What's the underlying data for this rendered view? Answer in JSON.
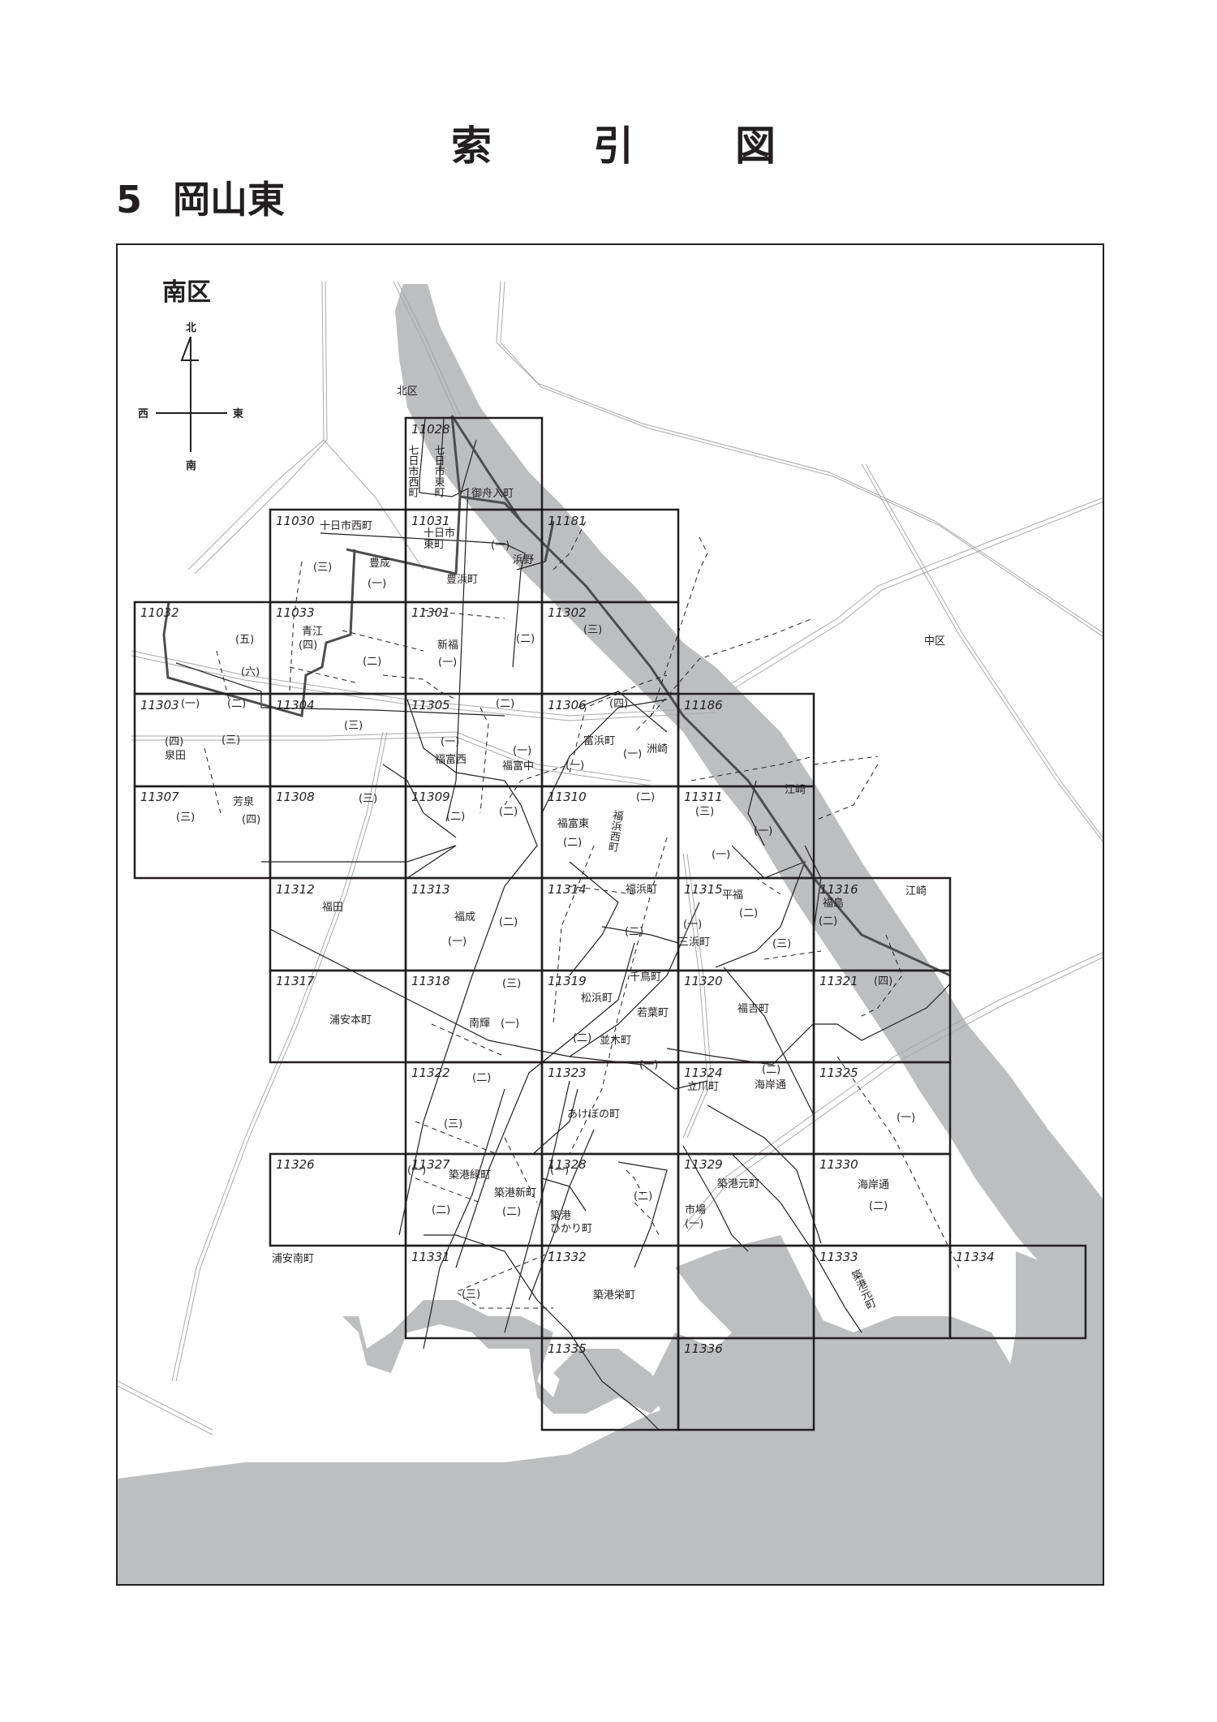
{
  "header": {
    "title_chars": [
      "索",
      "引",
      "図"
    ],
    "section_number": "5",
    "section_name": "岡山東"
  },
  "map": {
    "ward_label": "南区",
    "compass": {
      "north": "北",
      "south": "南",
      "east": "東",
      "west": "西"
    },
    "region_labels": {
      "kita_ku": "北区",
      "naka_ku": "中区"
    },
    "colors": {
      "water": "#bcbec0",
      "line": "#231f20",
      "road": "#a7a9ac",
      "background": "#ffffff"
    },
    "grid_cells": [
      {
        "id": "11028"
      },
      {
        "id": "11030"
      },
      {
        "id": "11031"
      },
      {
        "id": "11181"
      },
      {
        "id": "11032"
      },
      {
        "id": "11033"
      },
      {
        "id": "11301"
      },
      {
        "id": "11302"
      },
      {
        "id": "11303"
      },
      {
        "id": "11304"
      },
      {
        "id": "11305"
      },
      {
        "id": "11306"
      },
      {
        "id": "11186"
      },
      {
        "id": "11307"
      },
      {
        "id": "11308"
      },
      {
        "id": "11309"
      },
      {
        "id": "11310"
      },
      {
        "id": "11311"
      },
      {
        "id": "11312"
      },
      {
        "id": "11313"
      },
      {
        "id": "11314"
      },
      {
        "id": "11315"
      },
      {
        "id": "11316"
      },
      {
        "id": "11317"
      },
      {
        "id": "11318"
      },
      {
        "id": "11319"
      },
      {
        "id": "11320"
      },
      {
        "id": "11321"
      },
      {
        "id": "11322"
      },
      {
        "id": "11323"
      },
      {
        "id": "11324"
      },
      {
        "id": "11325"
      },
      {
        "id": "11326"
      },
      {
        "id": "11327"
      },
      {
        "id": "11328"
      },
      {
        "id": "11329"
      },
      {
        "id": "11330"
      },
      {
        "id": "11331"
      },
      {
        "id": "11332"
      },
      {
        "id": "11333"
      },
      {
        "id": "11334"
      },
      {
        "id": "11335"
      },
      {
        "id": "11336"
      }
    ],
    "place_labels": {
      "nanokaichi_nishi": "七日市西町",
      "nanokaichi_higashi": "七日市東町",
      "mifunairi": "御舟入町",
      "tokaichi_nishi": "十日市西町",
      "tokaichi_higashi_1": "十日市",
      "tokaichi_higashi_2": "東町",
      "hamano": "浜野",
      "hamano_1": "(一)",
      "toyonari": "豊成",
      "toyonari_1": "(一)",
      "toyonari_3": "(三)",
      "toyohama": "豊浜町",
      "aoe": "青江",
      "aoe_4": "(四)",
      "toyonari_2": "(二)",
      "area_5": "(五)",
      "area_6": "(六)",
      "shinfuku": "新福",
      "shinfuku_1": "(一)",
      "shinfuku_2": "(二)",
      "c11302_3": "(三)",
      "c11303_1": "(一)",
      "c11303_2": "(二)",
      "c11303_3": "(三)",
      "izumida_4": "(四)",
      "izumida": "泉田",
      "c11304_3": "(三)",
      "c11305_2": "(二)",
      "fukutominishi_1": "(一)",
      "fukutominishi": "福富西",
      "fukutominaka_1": "(一)",
      "fukutominaka": "福富中",
      "c11306_4": "(四)",
      "tomihama": "富浜町",
      "tomihama_1": "(一)",
      "susaki_1": "(一)",
      "susaki": "洲崎",
      "ezaki_a": "江崎",
      "ezaki_b": "江崎",
      "c11307_3": "(三)",
      "housen": "芳泉",
      "housen_4": "(四)",
      "c11308_3": "(三)",
      "c11309_2a": "(二)",
      "c11309_2b": "(二)",
      "fukutomihigashi": "福富東",
      "fukutomihigashi_2": "(二)",
      "c11310_2": "(二)",
      "fukuhamanishi": "福浜西町",
      "c11311_3": "(三)",
      "c11311_1a": "(一)",
      "c11311_1b": "(一)",
      "fukuda": "福田",
      "fukunari": "福成",
      "fukunari_1": "(一)",
      "fukunari_2": "(二)",
      "fukuhama": "福浜町",
      "fukuhama_2": "(二)",
      "heifuku": "平福",
      "heifuku_2": "(二)",
      "heifuku_3": "(三)",
      "mihama_1": "(一)",
      "mihama": "三浜町",
      "fukushima": "福島",
      "fukushima_2": "(二)",
      "urayasuhon": "浦安本町",
      "c11318_3": "(三)",
      "nanki": "南輝",
      "nanki_1": "(一)",
      "chidori": "千鳥町",
      "matsuhama": "松浜町",
      "wakaba": "若葉町",
      "namiki_2": "(二)",
      "namiki": "並木町",
      "fukuyoshi": "福吉町",
      "c11321_4": "(四)",
      "c11322_2": "(二)",
      "c11322_3": "(三)",
      "akebono": "あけぼの町",
      "c11323_1": "(一)",
      "tachikawa": "立川町",
      "kaigan_2": "(二)",
      "kaigandori": "海岸通",
      "c11325_1": "(一)",
      "urayasuminami": "浦安南町",
      "chikkomidori_1": "(一)",
      "chikkomidori": "築港緑町",
      "chikkomidori_2": "(二)",
      "chikkoshin": "築港新町",
      "chikkoshin_2": "(二)",
      "c11328_1": "(一)",
      "chikko_hikari_1": "築港",
      "chikko_hikari_2": "ひかり町",
      "c11328_2": "(二)",
      "chikkomoto": "築港元町",
      "ichiba": "市場",
      "ichiba_1": "(一)",
      "kaigandori2": "海岸通",
      "kaigandori2_2": "(二)",
      "c11331_3": "(三)",
      "chikkosakae": "築港栄町",
      "chikkomoto_v": "築港元町"
    }
  }
}
